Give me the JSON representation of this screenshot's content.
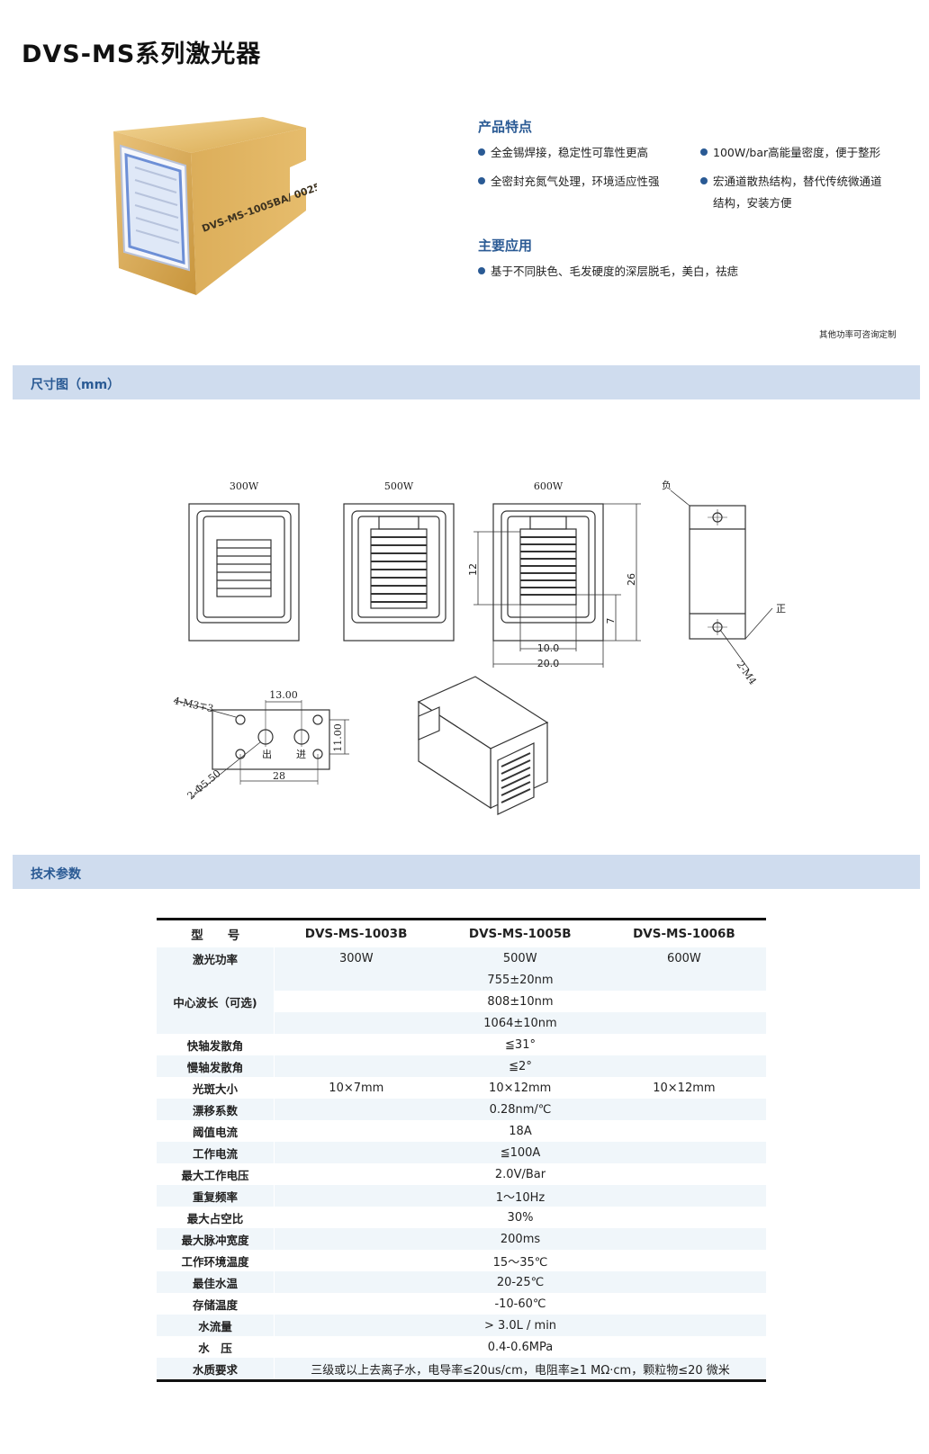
{
  "title": "DVS-MS系列激光器",
  "product_image": {
    "label": "DVS-MS-1005BA/ 0025"
  },
  "features": {
    "heading": "产品特点",
    "items": [
      "全金锡焊接，稳定性可靠性更高",
      "100W/bar高能量密度，便于整形",
      "全密封充氮气处理，环境适应性强",
      "宏通道散热结构，替代传统微通道",
      "结构，安装方便"
    ]
  },
  "applications": {
    "heading": "主要应用",
    "items": [
      "基于不同肤色、毛发硬度的深层脱毛，美白，祛痣"
    ]
  },
  "note": "其他功率可咨询定制",
  "dimension_section": {
    "title": "尺寸图（mm）"
  },
  "drawing_labels": {
    "w300": "300W",
    "w500": "500W",
    "w600": "600W",
    "dim12": "12",
    "dim26": "26",
    "dim7": "7",
    "dim10": "10.0",
    "dim20": "20.0",
    "neg": "负",
    "pos": "正",
    "m4": "2-M4",
    "m3": "4-M3∓3",
    "d1300": "13.00",
    "d1100": "11.00",
    "d28": "28",
    "phi": "2-Φ5.50",
    "out": "出",
    "in": "进"
  },
  "tech_section": {
    "title": "技术参数"
  },
  "spec_table": {
    "header": [
      "型　　号",
      "DVS-MS-1003B",
      "DVS-MS-1005B",
      "DVS-MS-1006B"
    ],
    "power": {
      "label": "激光功率",
      "values": [
        "300W",
        "500W",
        "600W"
      ]
    },
    "wavelength": {
      "label": "中心波长（可选)",
      "values": [
        "755±20nm",
        "808±10nm",
        "1064±10nm"
      ]
    },
    "fast_axis": {
      "label": "快轴发散角",
      "value": "≦31°"
    },
    "slow_axis": {
      "label": "慢轴发散角",
      "value": "≦2°"
    },
    "spot": {
      "label": "光斑大小",
      "values": [
        "10×7mm",
        "10×12mm",
        "10×12mm"
      ]
    },
    "rows": [
      {
        "label": "漂移系数",
        "value": "0.28nm/℃"
      },
      {
        "label": "阈值电流",
        "value": "18A"
      },
      {
        "label": "工作电流",
        "value": "≦100A"
      },
      {
        "label": "最大工作电压",
        "value": "2.0V/Bar"
      },
      {
        "label": "重复频率",
        "value": "1～10Hz"
      },
      {
        "label": "最大占空比",
        "value": "30%"
      },
      {
        "label": "最大脉冲宽度",
        "value": "200ms"
      },
      {
        "label": "工作环境温度",
        "value": "15～35℃"
      },
      {
        "label": "最佳水温",
        "value": "20-25℃"
      },
      {
        "label": "存储温度",
        "value": "-10-60℃"
      },
      {
        "label": "水流量",
        "value": ">  3.0L / min"
      },
      {
        "label": "水　压",
        "value": "0.4-0.6MPa"
      },
      {
        "label": "水质要求",
        "value": "三级或以上去离子水，电导率≤20us/cm，电阻率≥1 MΩ·cm，颗粒物≤20 微米"
      }
    ]
  },
  "colors": {
    "accent": "#2a5a94",
    "band": "#cfdcee",
    "gold": "#d8a84a",
    "row_shade": "#f0f6fa"
  }
}
